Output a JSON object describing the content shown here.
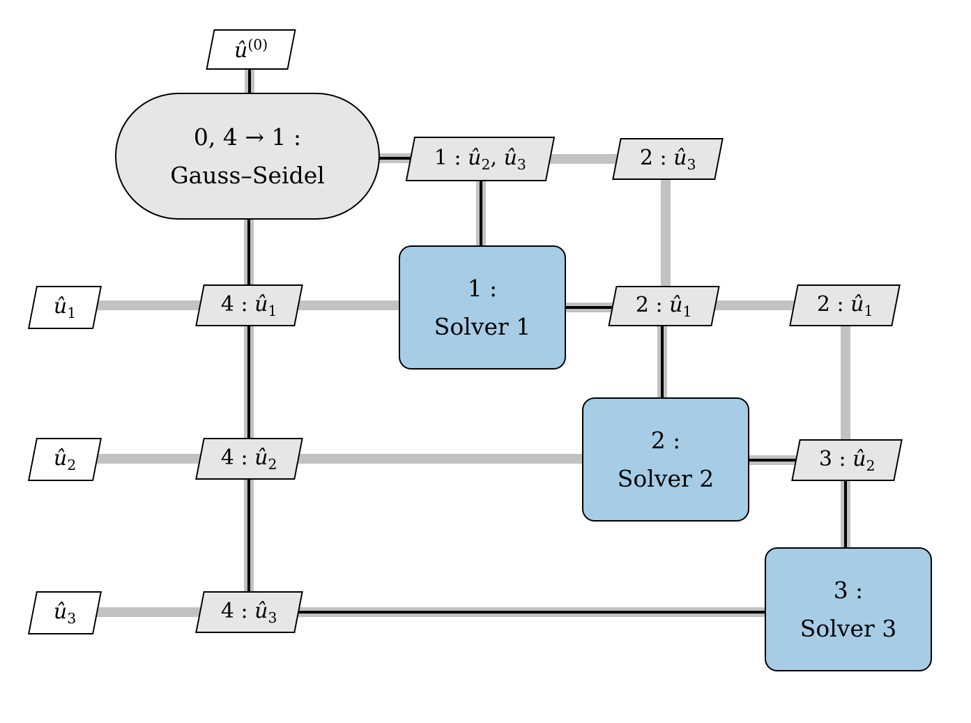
{
  "colors": {
    "node-gray": "#e6e6e6",
    "node-blue": "#a6cce6",
    "node-white": "#ffffff",
    "edge-gray": "#c2c2c2",
    "edge-black": "#000000",
    "border": "#000000",
    "background": "#ffffff"
  },
  "nodes": {
    "initial_guess": {
      "label": "û^(0)",
      "shape": "parallelogram",
      "fill": "white"
    },
    "gauss_seidel": {
      "line1": "0, 4 → 1 :",
      "line2": "Gauss–Seidel",
      "shape": "stadium",
      "fill": "gray"
    },
    "recv_1_u2_u3": {
      "label": "1 : û_2, û_3",
      "shape": "parallelogram",
      "fill": "gray"
    },
    "recv_2_u3": {
      "label": "2 : û_3",
      "shape": "parallelogram",
      "fill": "gray"
    },
    "u1": {
      "label": "û_1",
      "shape": "parallelogram",
      "fill": "white"
    },
    "recv_4_u1": {
      "label": "4 : û_1",
      "shape": "parallelogram",
      "fill": "gray"
    },
    "solver1": {
      "line1": "1 :",
      "line2": "Solver 1",
      "shape": "rounded-rect",
      "fill": "blue"
    },
    "recv_2_u1_mid": {
      "label": "2 : û_1",
      "shape": "parallelogram",
      "fill": "gray"
    },
    "recv_2_u1_right": {
      "label": "2 : û_1",
      "shape": "parallelogram",
      "fill": "gray"
    },
    "u2": {
      "label": "û_2",
      "shape": "parallelogram",
      "fill": "white"
    },
    "recv_4_u2": {
      "label": "4 : û_2",
      "shape": "parallelogram",
      "fill": "gray"
    },
    "solver2": {
      "line1": "2 :",
      "line2": "Solver 2",
      "shape": "rounded-rect",
      "fill": "blue"
    },
    "recv_3_u2": {
      "label": "3 : û_2",
      "shape": "parallelogram",
      "fill": "gray"
    },
    "u3": {
      "label": "û_3",
      "shape": "parallelogram",
      "fill": "white"
    },
    "recv_4_u3": {
      "label": "4 : û_3",
      "shape": "parallelogram",
      "fill": "gray"
    },
    "solver3": {
      "line1": "3 :",
      "line2": "Solver 3",
      "shape": "rounded-rect",
      "fill": "blue"
    }
  },
  "edges": [
    {
      "from": "initial_guess",
      "to": "gauss_seidel",
      "style": "gray+black"
    },
    {
      "from": "gauss_seidel",
      "to": "recv_1_u2_u3",
      "style": "gray+black"
    },
    {
      "from": "recv_1_u2_u3",
      "to": "recv_2_u3",
      "style": "gray"
    },
    {
      "from": "recv_1_u2_u3",
      "to": "solver1",
      "style": "gray+black"
    },
    {
      "from": "recv_2_u3",
      "to": "recv_2_u1_mid",
      "style": "gray"
    },
    {
      "from": "gauss_seidel",
      "to": "recv_4_u3",
      "style": "gray+black",
      "via": [
        "recv_4_u1",
        "recv_4_u2"
      ]
    },
    {
      "from": "u1",
      "to": "recv_4_u1",
      "style": "gray"
    },
    {
      "from": "recv_4_u1",
      "to": "solver1",
      "style": "gray"
    },
    {
      "from": "solver1",
      "to": "recv_2_u1_mid",
      "style": "gray+black"
    },
    {
      "from": "recv_2_u1_mid",
      "to": "recv_2_u1_right",
      "style": "gray"
    },
    {
      "from": "recv_2_u1_mid",
      "to": "solver2",
      "style": "gray+black"
    },
    {
      "from": "recv_2_u1_right",
      "to": "recv_3_u2",
      "style": "gray"
    },
    {
      "from": "u2",
      "to": "recv_4_u2",
      "style": "gray"
    },
    {
      "from": "recv_4_u2",
      "to": "solver2",
      "style": "gray"
    },
    {
      "from": "solver2",
      "to": "recv_3_u2",
      "style": "gray+black"
    },
    {
      "from": "recv_3_u2",
      "to": "solver3",
      "style": "gray+black"
    },
    {
      "from": "u3",
      "to": "recv_4_u3",
      "style": "gray"
    },
    {
      "from": "recv_4_u3",
      "to": "solver3",
      "style": "gray+black"
    }
  ]
}
